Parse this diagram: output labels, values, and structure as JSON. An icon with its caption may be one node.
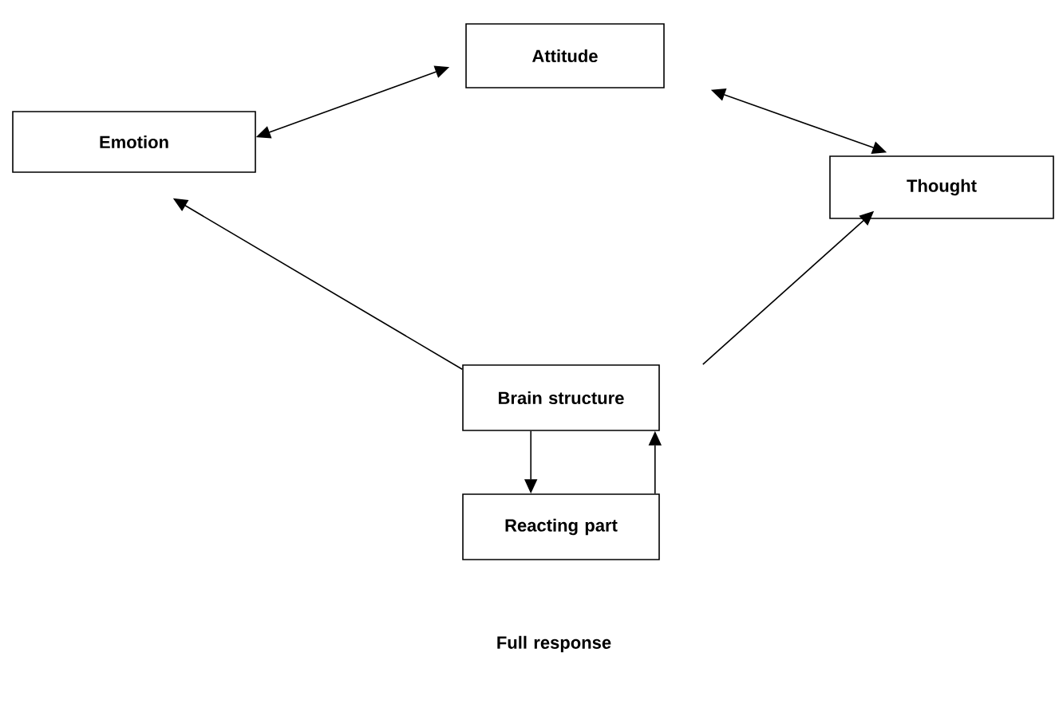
{
  "diagram": {
    "nodes": [
      {
        "text": [
          "Attitude"
        ]
      },
      {
        "text": [
          "Emotion"
        ]
      },
      {
        "text": [
          "Thought"
        ]
      },
      {
        "text": [
          "Brain structure"
        ]
      },
      {
        "text": [
          "Reacting part"
        ]
      }
    ],
    "edges": [
      {
        "from": 1,
        "to": 0,
        "arrow": "both"
      },
      {
        "from": 0,
        "to": 2,
        "arrow": "both"
      },
      {
        "from": 3,
        "to": 1,
        "arrow": "to"
      },
      {
        "from": 3,
        "to": 2,
        "arrow": "to"
      },
      {
        "from": 3,
        "to": 4,
        "arrow": "to"
      },
      {
        "from": 4,
        "to": 3,
        "arrow": "to"
      }
    ],
    "labels": [
      "Full response"
    ]
  }
}
